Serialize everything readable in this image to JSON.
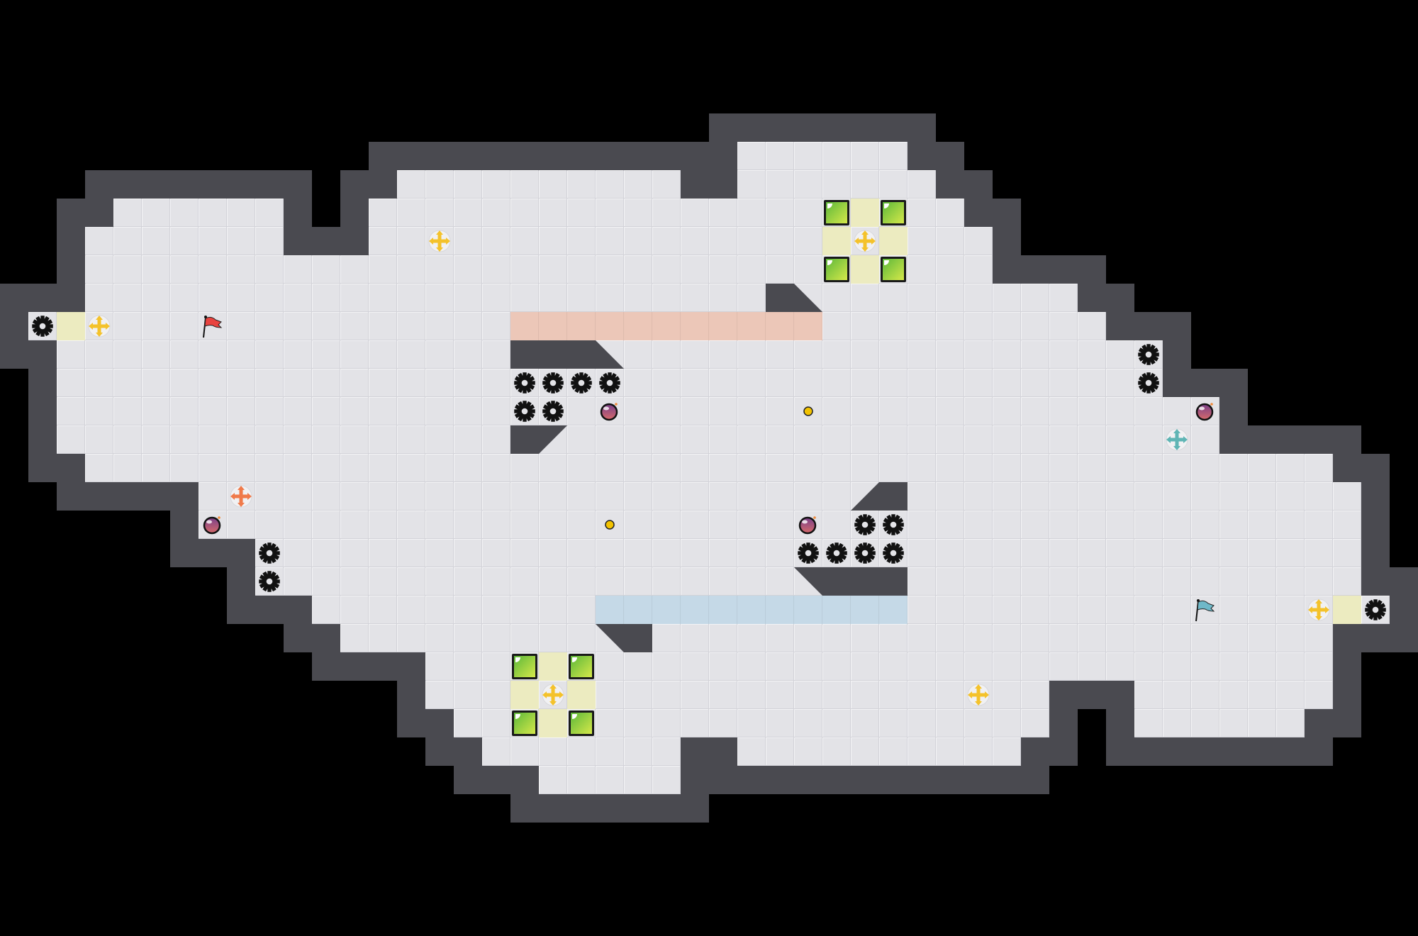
{
  "level": {
    "colors": {
      "background": "#000000",
      "floor": "#e3e3e7",
      "wall": "#4a4a50",
      "yellow_tile": "#ecebc0",
      "red_strip": "#ecc7b8",
      "blue_strip": "#c5d9e7",
      "plus_yellow": "#f4c22b",
      "plus_orange": "#f07a4a",
      "plus_teal": "#5fb5b5",
      "flag_red": "#e8433f",
      "flag_teal": "#6fb8c8",
      "bomb": "#8a4a8e",
      "coin": "#f2c200"
    },
    "floor_spans": [
      [
        5,
        25,
        30
      ],
      [
        6,
        13,
        22
      ],
      [
        6,
        25,
        31
      ],
      [
        7,
        3,
        8
      ],
      [
        7,
        12,
        32
      ],
      [
        8,
        2,
        8
      ],
      [
        8,
        12,
        33
      ],
      [
        9,
        2,
        33
      ],
      [
        10,
        2,
        36
      ],
      [
        11,
        0,
        37
      ],
      [
        12,
        1,
        39
      ],
      [
        13,
        1,
        39
      ],
      [
        14,
        1,
        41
      ],
      [
        15,
        1,
        41
      ],
      [
        16,
        2,
        45
      ],
      [
        17,
        6,
        46
      ],
      [
        18,
        6,
        46
      ],
      [
        19,
        8,
        46
      ],
      [
        20,
        8,
        46
      ],
      [
        21,
        10,
        47
      ],
      [
        22,
        11,
        45
      ],
      [
        23,
        14,
        45
      ],
      [
        24,
        14,
        35
      ],
      [
        24,
        39,
        45
      ],
      [
        25,
        15,
        35
      ],
      [
        25,
        39,
        44
      ],
      [
        26,
        16,
        22
      ],
      [
        26,
        25,
        34
      ],
      [
        27,
        18,
        22
      ]
    ],
    "strips": [
      {
        "type": "red",
        "row": 11,
        "from": 17,
        "to": 27
      },
      {
        "type": "blue",
        "row": 21,
        "from": 20,
        "to": 30
      }
    ],
    "inner_walls": [
      {
        "cell": [
          26,
          10
        ],
        "shape": "full"
      },
      {
        "cell": [
          27,
          10
        ],
        "shape": "tri-bl"
      },
      {
        "cell": [
          17,
          12
        ],
        "shape": "full"
      },
      {
        "cell": [
          18,
          12
        ],
        "shape": "full"
      },
      {
        "cell": [
          19,
          12
        ],
        "shape": "full"
      },
      {
        "cell": [
          20,
          12
        ],
        "shape": "tri-bl"
      },
      {
        "cell": [
          17,
          15
        ],
        "shape": "full"
      },
      {
        "cell": [
          18,
          15
        ],
        "shape": "tri-tl"
      },
      {
        "cell": [
          29,
          17
        ],
        "shape": "tri-br"
      },
      {
        "cell": [
          30,
          17
        ],
        "shape": "full"
      },
      {
        "cell": [
          27,
          20
        ],
        "shape": "tri-tr"
      },
      {
        "cell": [
          28,
          20
        ],
        "shape": "full"
      },
      {
        "cell": [
          29,
          20
        ],
        "shape": "full"
      },
      {
        "cell": [
          30,
          20
        ],
        "shape": "full"
      },
      {
        "cell": [
          20,
          22
        ],
        "shape": "tri-tr"
      },
      {
        "cell": [
          21,
          22
        ],
        "shape": "full"
      }
    ],
    "yellow_tiles": [
      [
        1,
        11
      ],
      [
        29,
        7
      ],
      [
        28,
        8
      ],
      [
        30,
        8
      ],
      [
        29,
        9
      ],
      [
        18,
        23
      ],
      [
        17,
        24
      ],
      [
        19,
        24
      ],
      [
        18,
        25
      ],
      [
        46,
        21
      ]
    ],
    "green_blocks": [
      [
        28,
        7
      ],
      [
        30,
        7
      ],
      [
        28,
        9
      ],
      [
        30,
        9
      ],
      [
        17,
        23
      ],
      [
        19,
        23
      ],
      [
        17,
        25
      ],
      [
        19,
        25
      ]
    ],
    "gears": [
      [
        0,
        11
      ],
      [
        17,
        13
      ],
      [
        18,
        13
      ],
      [
        19,
        13
      ],
      [
        20,
        13
      ],
      [
        17,
        14
      ],
      [
        18,
        14
      ],
      [
        39,
        12
      ],
      [
        39,
        13
      ],
      [
        8,
        19
      ],
      [
        8,
        20
      ],
      [
        29,
        18
      ],
      [
        30,
        18
      ],
      [
        27,
        19
      ],
      [
        28,
        19
      ],
      [
        29,
        19
      ],
      [
        30,
        19
      ],
      [
        47,
        21
      ]
    ],
    "plus_markers": [
      {
        "color": "yellow",
        "cell": [
          2,
          11
        ]
      },
      {
        "color": "yellow",
        "cell": [
          14,
          8
        ]
      },
      {
        "color": "yellow",
        "cell": [
          29,
          8
        ]
      },
      {
        "color": "yellow",
        "cell": [
          18,
          24
        ]
      },
      {
        "color": "yellow",
        "cell": [
          33,
          24
        ]
      },
      {
        "color": "yellow",
        "cell": [
          45,
          21
        ]
      },
      {
        "color": "orange",
        "cell": [
          7,
          17
        ]
      },
      {
        "color": "teal",
        "cell": [
          40,
          15
        ]
      }
    ],
    "flags": [
      {
        "color": "red",
        "cell": [
          6,
          11
        ]
      },
      {
        "color": "teal",
        "cell": [
          41,
          21
        ]
      }
    ],
    "bombs": [
      [
        20,
        14
      ],
      [
        41,
        14
      ],
      [
        6,
        18
      ],
      [
        27,
        18
      ]
    ],
    "coins": [
      [
        27,
        14
      ],
      [
        20,
        18
      ]
    ]
  }
}
